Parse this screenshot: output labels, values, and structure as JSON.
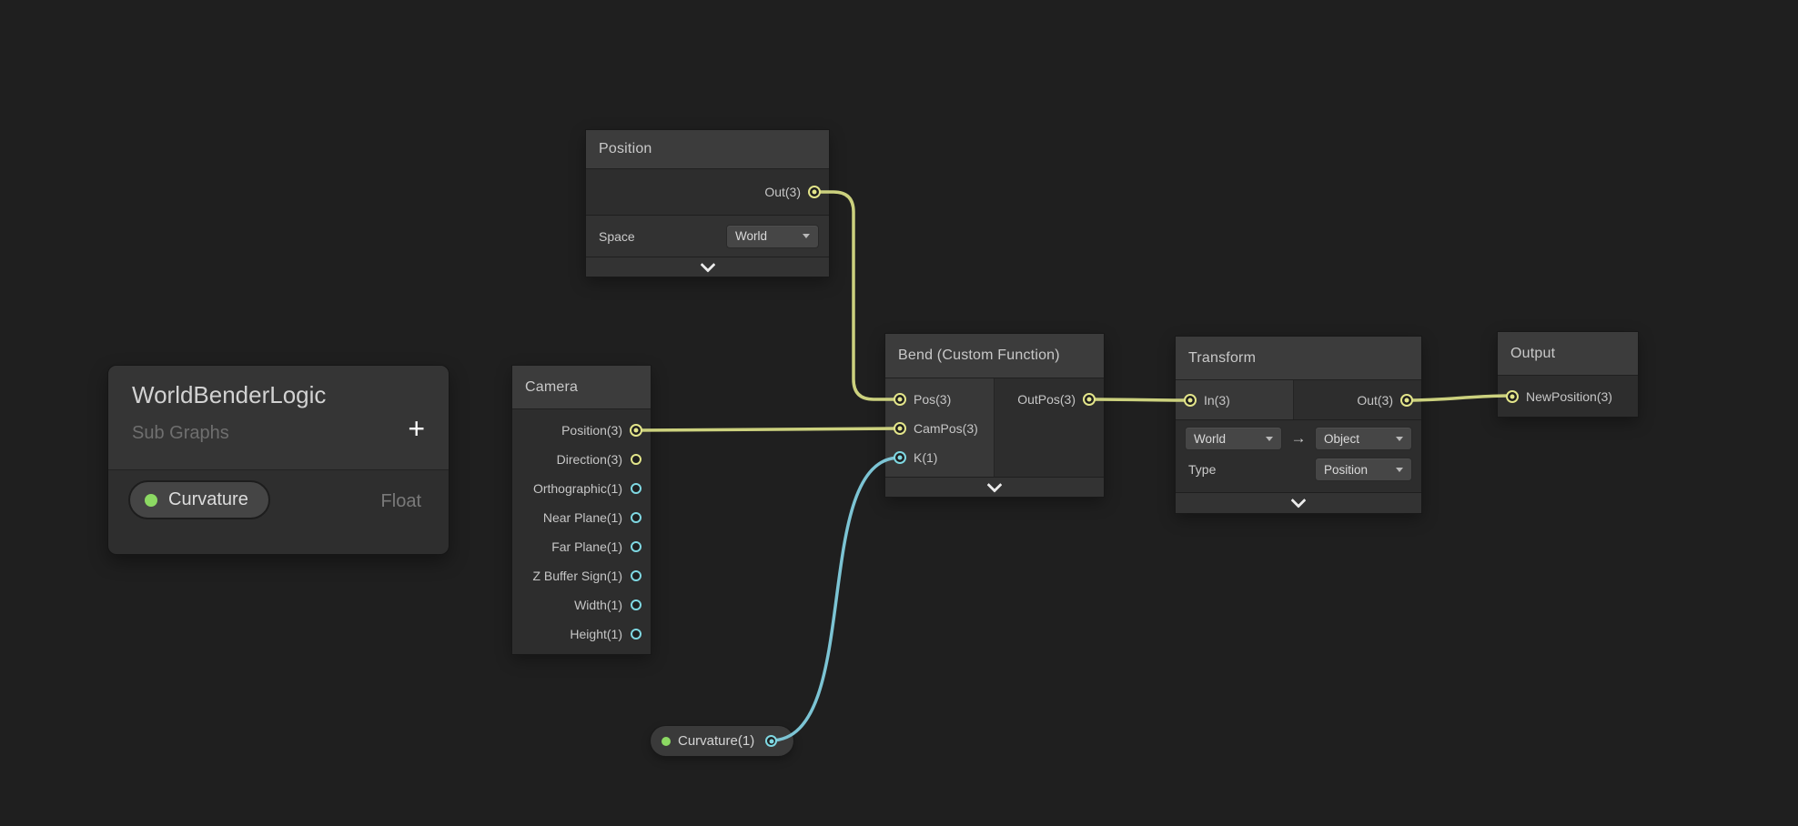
{
  "colors": {
    "vec3_port": "#e3e58a",
    "float_port": "#7fd8e2",
    "vec3_wire": "#ccd17e",
    "float_wire": "#7cc4d4",
    "property_dot": "#8cd963"
  },
  "blackboard": {
    "title": "WorldBenderLogic",
    "subtitle": "Sub Graphs",
    "add_button": "+",
    "properties": [
      {
        "name": "Curvature",
        "type": "Float"
      }
    ]
  },
  "nodes": {
    "position": {
      "title": "Position",
      "out_label": "Out(3)",
      "space_label": "Space",
      "space_value": "World"
    },
    "camera": {
      "title": "Camera",
      "ports": [
        {
          "label": "Position(3)",
          "type": "vec3",
          "connected": true
        },
        {
          "label": "Direction(3)",
          "type": "vec3",
          "connected": false
        },
        {
          "label": "Orthographic(1)",
          "type": "float",
          "connected": false
        },
        {
          "label": "Near Plane(1)",
          "type": "float",
          "connected": false
        },
        {
          "label": "Far Plane(1)",
          "type": "float",
          "connected": false
        },
        {
          "label": "Z Buffer Sign(1)",
          "type": "float",
          "connected": false
        },
        {
          "label": "Width(1)",
          "type": "float",
          "connected": false
        },
        {
          "label": "Height(1)",
          "type": "float",
          "connected": false
        }
      ]
    },
    "bend": {
      "title": "Bend (Custom Function)",
      "in_pos": "Pos(3)",
      "in_campos": "CamPos(3)",
      "in_k": "K(1)",
      "out_label": "OutPos(3)"
    },
    "transform": {
      "title": "Transform",
      "in_label": "In(3)",
      "out_label": "Out(3)",
      "space_from": "World",
      "arrow": "→",
      "space_to": "Object",
      "type_label": "Type",
      "type_value": "Position"
    },
    "output": {
      "title": "Output",
      "in_label": "NewPosition(3)"
    },
    "curvature_node": {
      "label": "Curvature(1)"
    }
  }
}
